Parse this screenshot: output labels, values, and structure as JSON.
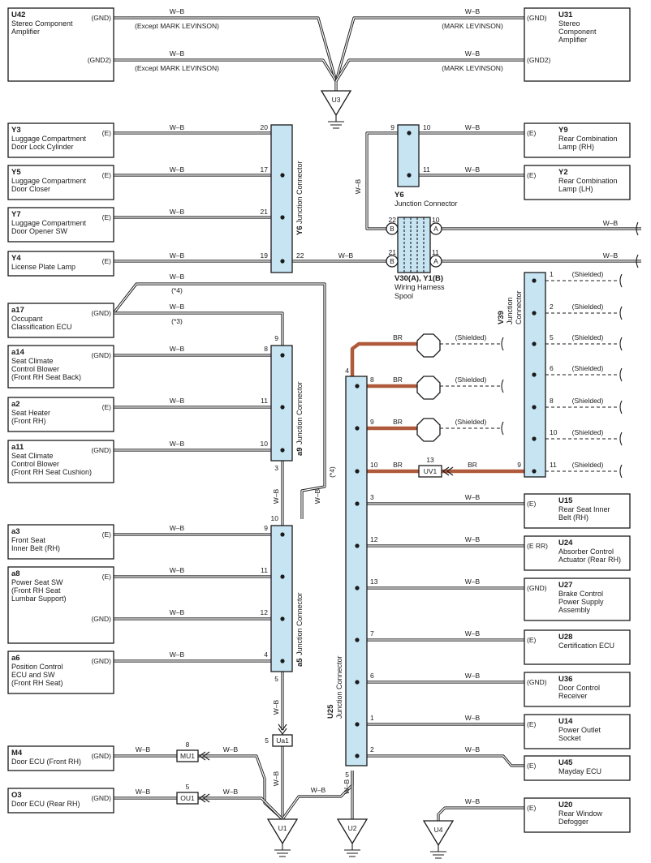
{
  "parts": [
    {
      "id": "U42",
      "name": [
        "Stereo Component",
        "Amplifier"
      ]
    },
    {
      "id": "U31",
      "name": [
        "Stereo",
        "Component",
        "Amplifier"
      ]
    },
    {
      "id": "Y3",
      "name": [
        "Luggage Compartment",
        "Door Lock Cylinder"
      ]
    },
    {
      "id": "Y5",
      "name": [
        "Luggage Compartment",
        "Door Closer"
      ]
    },
    {
      "id": "Y7",
      "name": [
        "Luggage Compartment",
        "Door Opener SW"
      ]
    },
    {
      "id": "Y4",
      "name": [
        "License Plate Lamp"
      ]
    },
    {
      "id": "Y9",
      "name": [
        "Rear Combination",
        "Lamp (RH)"
      ]
    },
    {
      "id": "Y2",
      "name": [
        "Rear Combination",
        "Lamp (LH)"
      ]
    },
    {
      "id": "a17",
      "name": [
        "Occupant",
        "Classification ECU"
      ]
    },
    {
      "id": "a14",
      "name": [
        "Seat Climate",
        "Control Blower",
        "(Front RH Seat Back)"
      ]
    },
    {
      "id": "a2",
      "name": [
        "Seat Heater",
        "(Front RH)"
      ]
    },
    {
      "id": "a11",
      "name": [
        "Seat Climate",
        "Control Blower",
        "(Front RH Seat Cushion)"
      ]
    },
    {
      "id": "a3",
      "name": [
        "Front Seat",
        "Inner Belt (RH)"
      ]
    },
    {
      "id": "a8",
      "name": [
        "Power Seat SW",
        "(Front RH Seat",
        "Lumbar Support)"
      ]
    },
    {
      "id": "a6",
      "name": [
        "Position Control",
        "ECU and SW",
        "(Front RH Seat)"
      ]
    },
    {
      "id": "M4",
      "name": [
        "Door ECU (Front RH)"
      ]
    },
    {
      "id": "O3",
      "name": [
        "Door ECU (Rear RH)"
      ]
    },
    {
      "id": "U15",
      "name": [
        "Rear Seat Inner",
        "Belt (RH)"
      ]
    },
    {
      "id": "U24",
      "name": [
        "Absorber Control",
        "Actuator (Rear RH)"
      ]
    },
    {
      "id": "U27",
      "name": [
        "Brake Control",
        "Power Supply",
        "Assembly"
      ]
    },
    {
      "id": "U28",
      "name": [
        "Certification ECU"
      ]
    },
    {
      "id": "U36",
      "name": [
        "Door Control",
        "Receiver"
      ]
    },
    {
      "id": "U14",
      "name": [
        "Power Outlet",
        "Socket"
      ]
    },
    {
      "id": "U45",
      "name": [
        "Mayday ECU"
      ]
    },
    {
      "id": "U20",
      "name": [
        "Rear Window",
        "Defogger"
      ]
    }
  ],
  "terminals": {
    "gnd": "(GND)",
    "gnd2": "(GND2)",
    "e": "(E)",
    "err": "(E RR)"
  },
  "wire": {
    "wb": "W–B",
    "br": "BR"
  },
  "notes": {
    "except_ml": "(Except MARK LEVINSON)",
    "ml": "(MARK LEVINSON)",
    "shielded": "(Shielded)",
    "note4": "(*4)",
    "note3": "(*3)"
  },
  "junctions": {
    "y6_id": "Y6",
    "y6_text": "Junction Connector",
    "y6b_id": "Y6",
    "y6b_text": "Junction Connector",
    "a9_id": "a9",
    "a9_text": "Junction Connector",
    "a5_id": "a5",
    "a5_text": "Junction Connector",
    "u25_id": "U25",
    "u25_text": "Junction Connector",
    "v39_id": "V39",
    "v39_text": [
      "Junction",
      "Connector"
    ]
  },
  "spool": {
    "id": "V30(A), Y1(B)",
    "name": [
      "Wiring Harness",
      "Spool"
    ],
    "a": "A",
    "b": "B"
  },
  "connectors": {
    "ua1": "Ua1",
    "mu1": "MU1",
    "ou1": "OU1",
    "uv1": "UV1"
  },
  "grounds": {
    "u3": "U3",
    "u1": "U1",
    "u2": "U2",
    "u4": "U4"
  },
  "pins": {
    "y6": [
      "20",
      "17",
      "21",
      "19",
      "22"
    ],
    "y6b": [
      "9",
      "10",
      "11"
    ],
    "spool": [
      "22",
      "21",
      "10",
      "11"
    ],
    "a9": [
      "9",
      "8",
      "11",
      "10",
      "3"
    ],
    "a5": [
      "10",
      "9",
      "11",
      "12",
      "4",
      "5"
    ],
    "ua1": "5",
    "mu1": "8",
    "ou1": "5",
    "u25": [
      "4",
      "8",
      "9",
      "10",
      "3",
      "12",
      "13",
      "7",
      "6",
      "1",
      "2",
      "5"
    ],
    "v39": [
      "1",
      "2",
      "5",
      "6",
      "8",
      "10",
      "11",
      "9"
    ],
    "uv1": "13"
  }
}
